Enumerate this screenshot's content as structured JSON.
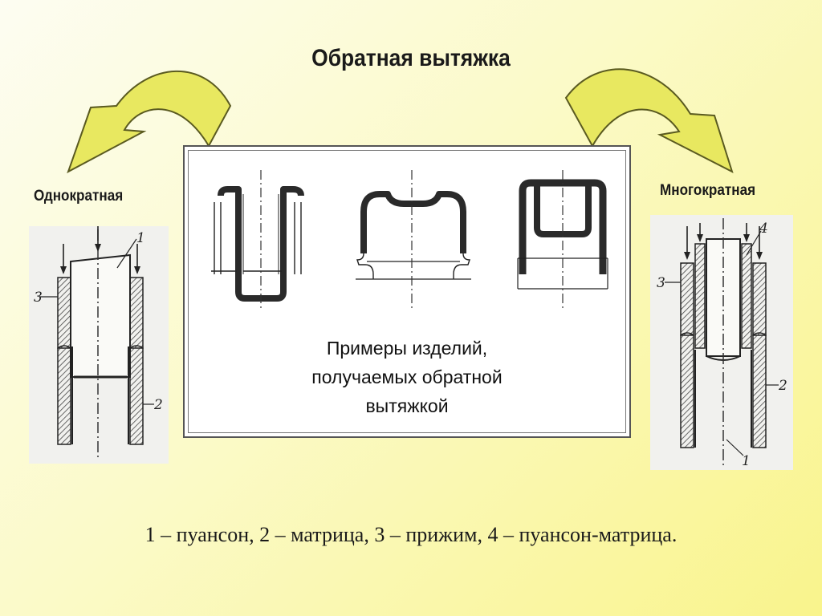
{
  "title": "Обратная вытяжка",
  "left_label": "Однократная",
  "right_label": "Многократная",
  "center_caption": {
    "line1": "Примеры изделий,",
    "line2": "получаемых обратной",
    "line3": "вытяжкой"
  },
  "legend": "1 – пуансон, 2 – матрица,  3 – прижим, 4 – пуансон-матрица.",
  "left_figure_labels": {
    "punch": "1",
    "die": "2",
    "holder": "3"
  },
  "right_figure_labels": {
    "punch": "1",
    "die": "2",
    "holder": "3",
    "punch_die": "4"
  },
  "colors": {
    "arrow_fill": "#e8e860",
    "arrow_stroke": "#5a5a20",
    "text": "#1a1a1a"
  }
}
